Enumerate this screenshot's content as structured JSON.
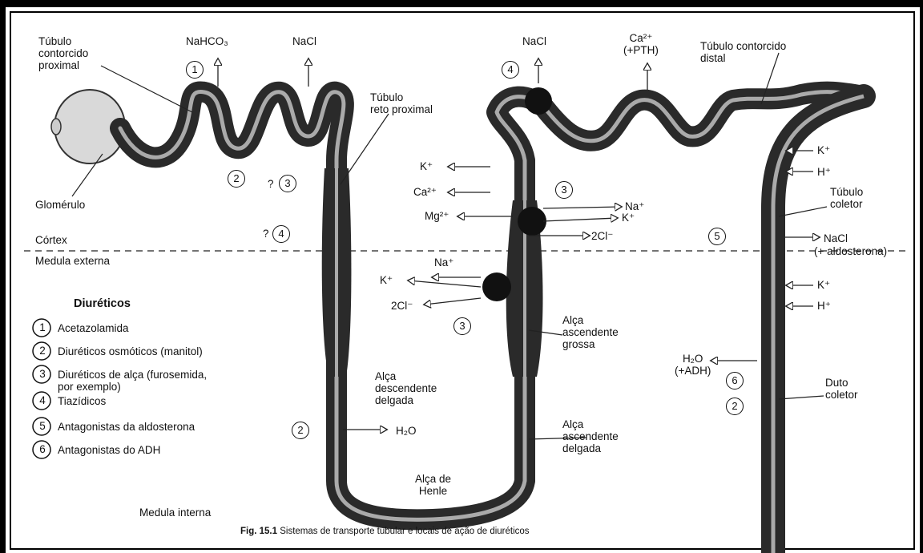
{
  "labels": {
    "tubulo_contorcido_proximal": "Túbulo\ncontorcido\nproximal",
    "nahco3": "NaHCO₃",
    "nacl_1": "NaCl",
    "tubulo_reto_proximal": "Túbulo\nreto proximal",
    "glomerulo": "Glomérulo",
    "cortex": "Córtex",
    "medula_externa": "Medula externa",
    "medula_interna": "Medula interna",
    "nacl_2": "NaCl",
    "ca_pth": "Ca²⁺\n(+PTH)",
    "tubulo_contorcido_distal": "Túbulo contorcido\ndistal",
    "k_plus_1": "K⁺",
    "ca2": "Ca²⁺",
    "mg2": "Mg²⁺",
    "na_plus_1": "Na⁺",
    "k_plus_2": "K⁺",
    "cl_1": "2Cl⁻",
    "na_plus_2": "Na⁺",
    "k_plus_3": "K⁺",
    "cl_2": "2Cl⁻",
    "alca_ascendente_grossa": "Alça\nascendente\ngrossa",
    "alca_descendente_delgada": "Alça\ndescendente\ndelgada",
    "h2o_1": "H₂O",
    "alca_ascendente_delgada": "Alça\nascendente\ndelgada",
    "alca_de_henle": "Alça de\nHenle",
    "k_plus_4": "K⁺",
    "h_plus_1": "H⁺",
    "tubulo_coletor": "Túbulo\ncoletor",
    "nacl_3": "NaCl",
    "aldosterona": "(+ aldosterona)",
    "k_plus_5": "K⁺",
    "h_plus_2": "H⁺",
    "h2o_adh": "H₂O\n(+ADH)",
    "duto_coletor": "Duto\ncoletor",
    "q_mark_1": "?",
    "q_mark_2": "?"
  },
  "markers": {
    "m1": "1",
    "m2a": "2",
    "m3a": "3",
    "m4a": "4",
    "m4b": "4",
    "m3b": "3",
    "m3c": "3",
    "m5": "5",
    "m6": "6",
    "m2b": "2",
    "m2c": "2"
  },
  "legend": {
    "title": "Diuréticos",
    "items": [
      {
        "num": "1",
        "text": "Acetazolamida"
      },
      {
        "num": "2",
        "text": "Diuréticos osmóticos (manitol)"
      },
      {
        "num": "3",
        "text": "Diuréticos de alça (furosemida,\npor exemplo)"
      },
      {
        "num": "4",
        "text": "Tiazídicos"
      },
      {
        "num": "5",
        "text": "Antagonistas da aldosterona"
      },
      {
        "num": "6",
        "text": "Antagonistas do ADH"
      }
    ]
  },
  "caption": {
    "fig": "Fig. 15.1",
    "text": " Sistemas de transporte tubular e locais de ação de diuréticos"
  }
}
